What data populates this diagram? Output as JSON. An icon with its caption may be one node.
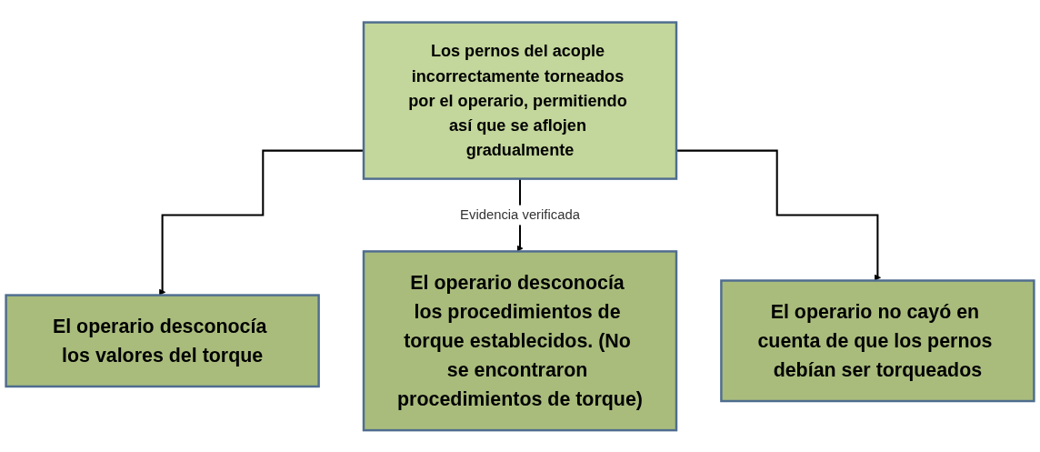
{
  "diagram": {
    "nodes": [
      {
        "text": [
          "Los pernos del acople incorrectamente torneados por el operario, permitiendo así que se aflojen gradualmente"
        ]
      },
      {
        "text": [
          "El operario desconocía los valores del torque"
        ]
      },
      {
        "text": [
          "El operario desconocía los procedimientos de torque establecidos. (No se encontraron procedimientos de torque)"
        ]
      },
      {
        "text": [
          "El operario no cayó en cuenta de que los pernos debían ser torqueados"
        ]
      }
    ],
    "edges": [
      {
        "from": 0,
        "to": 1,
        "arrow": "to"
      },
      {
        "from": 0,
        "to": 2,
        "arrow": "to",
        "label": "Evidencia verificada"
      },
      {
        "from": 0,
        "to": 3,
        "arrow": "to"
      }
    ]
  }
}
